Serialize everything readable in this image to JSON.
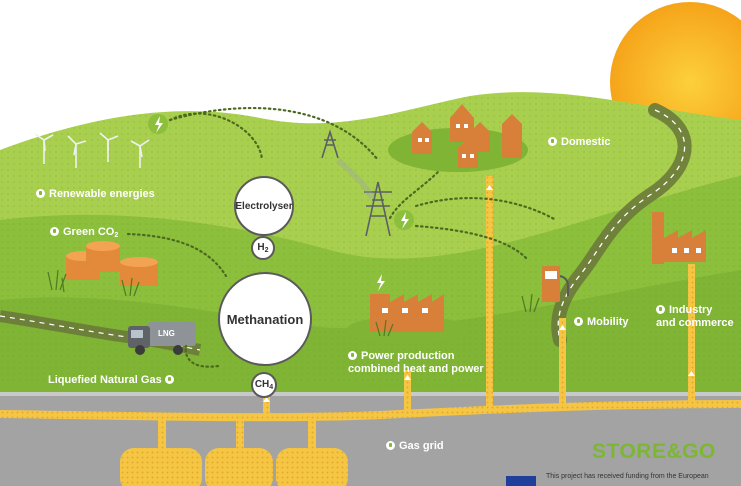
{
  "labels": {
    "renewable": "Renewable energies",
    "green_co2": "Green CO",
    "green_co2_sub": "2",
    "electrolyser": "Electrolyser",
    "h2": "H",
    "h2_sub": "2",
    "methanation": "Methanation",
    "ch4": "CH",
    "ch4_sub": "4",
    "lng_truck": "LNG",
    "lng": "Liquefied Natural Gas",
    "domestic": "Domestic",
    "power_line1": "Power production",
    "power_line2": "combined heat and power",
    "mobility": "Mobility",
    "industry_line1": "Industry",
    "industry_line2": "and commerce",
    "gas_grid": "Gas grid"
  },
  "brand": {
    "name": "STORE&GO",
    "funding": "This project has received funding from the European"
  },
  "colors": {
    "sky": "#ffffff",
    "grass_light": "#a9cf4f",
    "grass_mid": "#8cbf3c",
    "grass_dark": "#75a832",
    "sun": "#f8b020",
    "building": "#d8803a",
    "pipe": "#f5c644",
    "ground": "#a3a3a3",
    "brand_green": "#7cb734"
  },
  "icons": [
    "lightning-icon",
    "wind-turbine-icon",
    "power-pylon-icon",
    "house-icon",
    "factory-icon",
    "fuel-pump-icon",
    "lng-truck-icon",
    "storage-tank-icon",
    "sun-icon",
    "eu-flag-icon"
  ]
}
